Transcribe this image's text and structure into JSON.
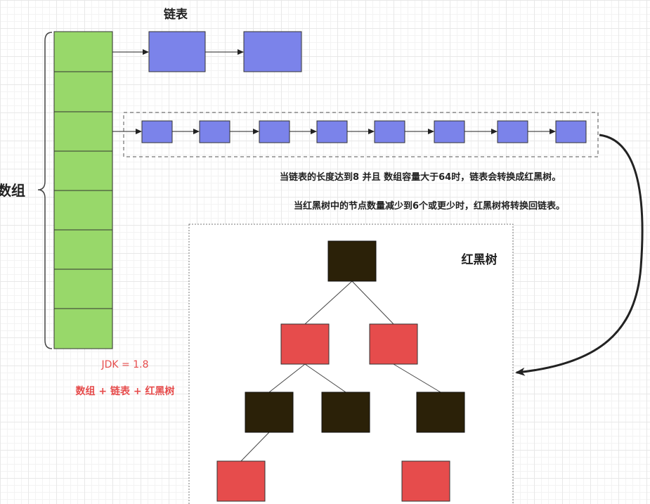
{
  "labels": {
    "array": "数组",
    "linked_list": "链表",
    "red_black_tree": "红黑树",
    "note_treeify": "当链表的长度达到8 并且 数组容量大于64时，链表会转换成红黑树。",
    "note_untreeify": "当红黑树中的节点数量减少到6个或更少时，红黑树将转换回链表。",
    "jdk_version": "JDK = 1.8",
    "structure_formula": "数组 + 链表 + 红黑树"
  },
  "colors": {
    "array_slot": "#98d86a",
    "list_node": "#7b83ea",
    "tree_black": "#2b2108",
    "tree_red": "#e64c4c",
    "accent_text": "#e64c4c",
    "stroke": "#333333"
  }
}
